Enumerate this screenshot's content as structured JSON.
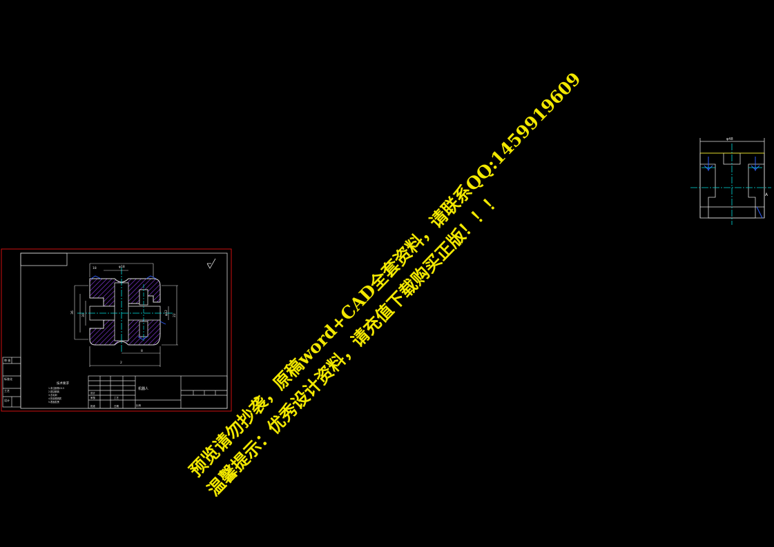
{
  "watermark": {
    "line1": "预览请勿抄袭，原稿word+CAD全套资料，请联系QQ:1459919609",
    "line2": "温馨提示：优秀设计资料，请充值下载购买正版！！！",
    "color": "#f2e800"
  },
  "drawing_sheet": {
    "border_color": "#d01010",
    "title_block": {
      "part_name": "机器人",
      "label_left": "技术要求",
      "notes": [
        "1.未注倒角C0.5",
        "2.锐边倒钝",
        "3.去毛刺",
        "4.热处理调质",
        "5.表面发黑"
      ],
      "small_tags": [
        "审核",
        "工艺",
        "标准化",
        "设计",
        "批准"
      ]
    },
    "dimensions": [
      "φ18",
      "36",
      "φ12",
      "30",
      "22",
      "18",
      "12",
      "8"
    ]
  },
  "side_view": {
    "top_dimension": "φ48",
    "side_label": "A"
  },
  "colors": {
    "hatch": "#7a2bd0",
    "centerline": "#00e0e0",
    "dimension": "#e0e0e0",
    "annotation": "#3060ff"
  }
}
